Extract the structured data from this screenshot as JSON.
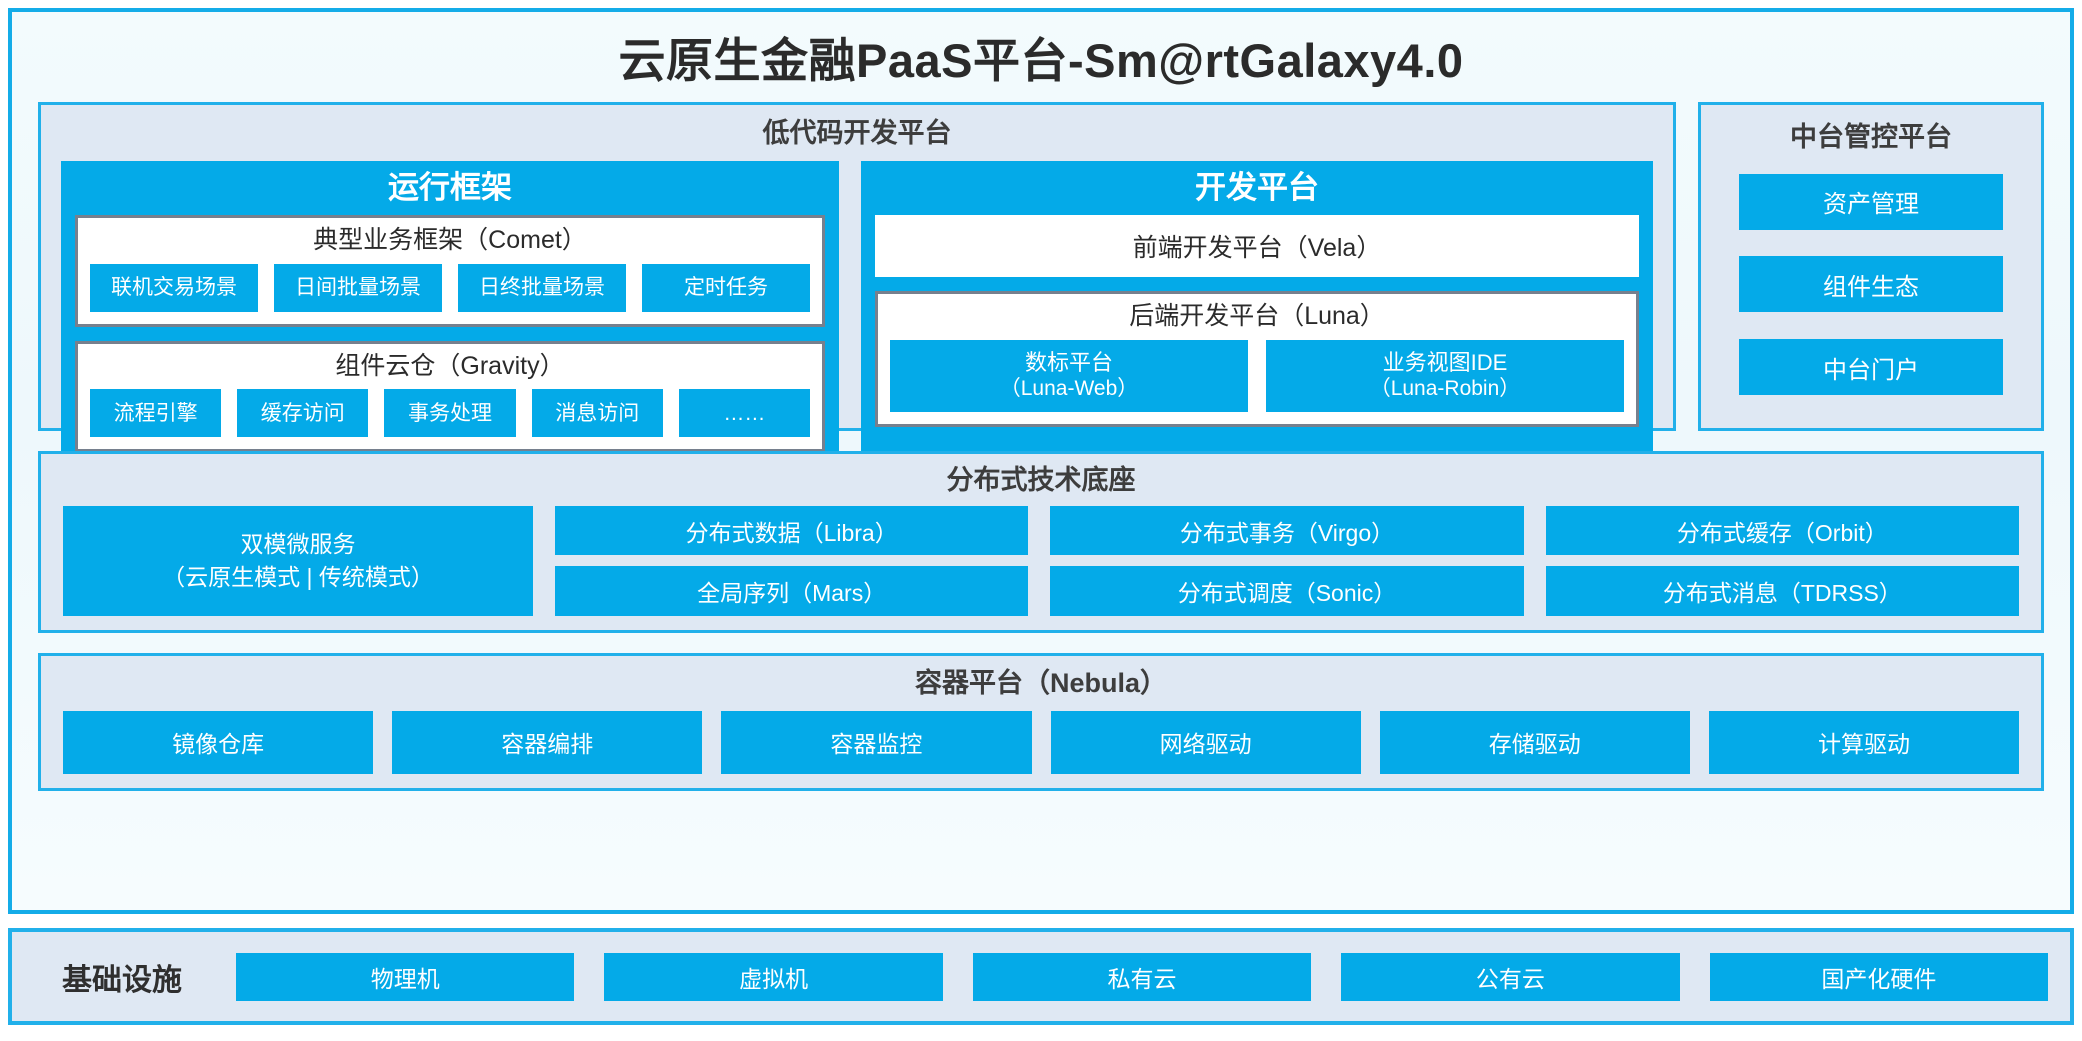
{
  "title": "云原生金融PaaS平台-Sm@rtGalaxy4.0",
  "lowcode": {
    "title": "低代码开发平台",
    "runtime": {
      "title": "运行框架",
      "comet": {
        "title": "典型业务框架（Comet）",
        "items": [
          "联机交易场景",
          "日间批量场景",
          "日终批量场景",
          "定时任务"
        ]
      },
      "gravity": {
        "title": "组件云仓（Gravity）",
        "items": [
          "流程引擎",
          "缓存访问",
          "事务处理",
          "消息访问",
          "……"
        ]
      }
    },
    "devplatform": {
      "title": "开发平台",
      "vela": "前端开发平台（Vela）",
      "luna": {
        "title": "后端开发平台（Luna）",
        "items": [
          {
            "name": "数标平台",
            "code": "（Luna-Web）"
          },
          {
            "name": "业务视图IDE",
            "code": "（Luna-Robin）"
          }
        ]
      }
    }
  },
  "control_platform": {
    "title": "中台管控平台",
    "items": [
      "资产管理",
      "组件生态",
      "中台门户"
    ]
  },
  "distributed": {
    "title": "分布式技术底座",
    "wide": {
      "line1": "双模微服务",
      "line2": "（云原生模式 | 传统模式）"
    },
    "columns": [
      [
        "分布式数据（Libra）",
        "全局序列（Mars）"
      ],
      [
        "分布式事务（Virgo）",
        "分布式调度（Sonic）"
      ],
      [
        "分布式缓存（Orbit）",
        "分布式消息（TDRSS）"
      ]
    ]
  },
  "container_platform": {
    "title": "容器平台（Nebula）",
    "items": [
      "镜像仓库",
      "容器编排",
      "容器监控",
      "网络驱动",
      "存储驱动",
      "计算驱动"
    ]
  },
  "infrastructure": {
    "label": "基础设施",
    "items": [
      "物理机",
      "虚拟机",
      "私有云",
      "公有云",
      "国产化硬件"
    ]
  },
  "colors": {
    "accent": "#04aae8",
    "panel_bg": "#dfe8f3",
    "panel_border": "#21b0ea",
    "outer_border": "#14ace8",
    "inner_box_border": "#76808e"
  }
}
